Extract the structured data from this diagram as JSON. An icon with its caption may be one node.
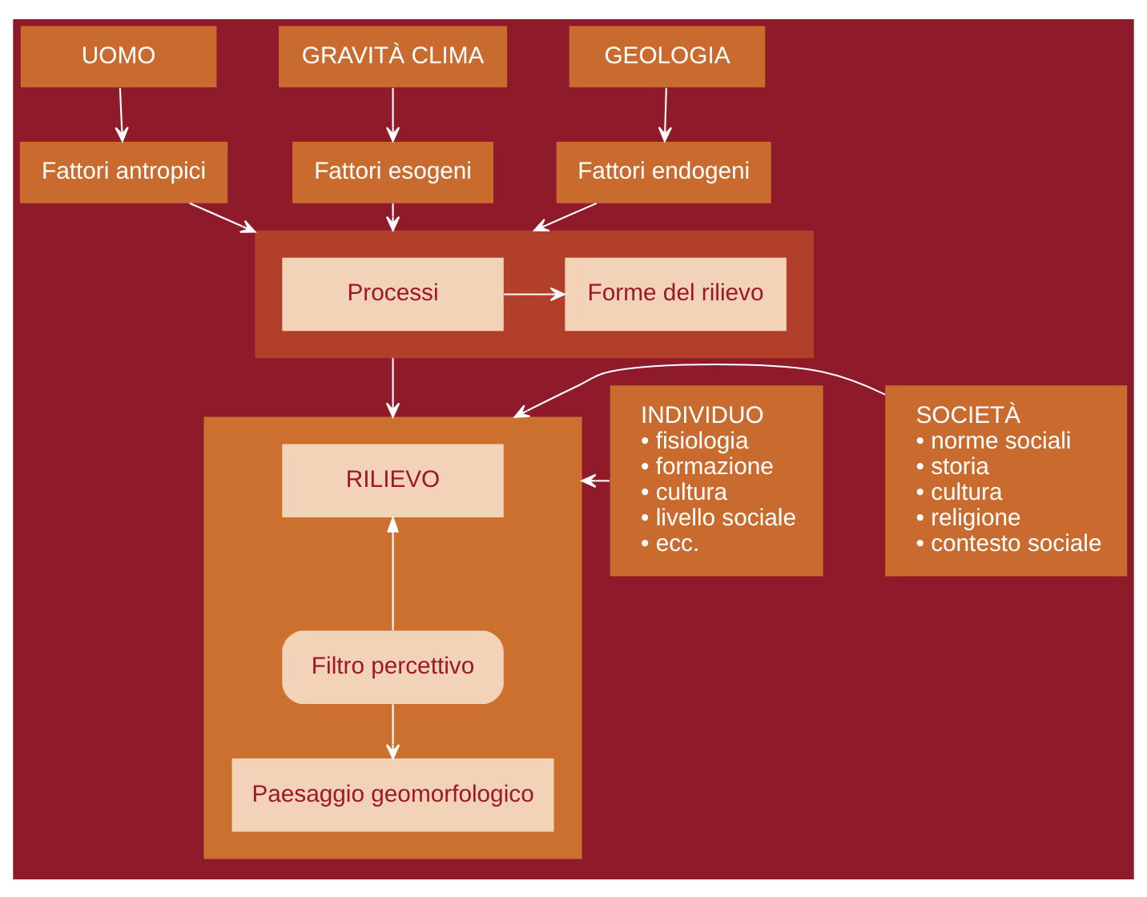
{
  "diagram": {
    "nodes": [
      {
        "text": [
          "UOMO"
        ]
      },
      {
        "text": [
          "GRAVITÀ CLIMA"
        ]
      },
      {
        "text": [
          "GEOLOGIA"
        ]
      },
      {
        "text": [
          "Fattori antropici"
        ]
      },
      {
        "text": [
          "Fattori esogeni"
        ]
      },
      {
        "text": [
          "Fattori endogeni"
        ]
      },
      {
        "text": [],
        "shape": "box"
      },
      {
        "text": [
          "Processi"
        ],
        "in": 6
      },
      {
        "text": [
          "Forme del rilievo"
        ],
        "in": 6
      },
      {
        "text": [],
        "shape": "box"
      },
      {
        "text": [
          "RILIEVO"
        ],
        "in": 9
      },
      {
        "text": [
          "Filtro percettivo"
        ],
        "in": 9
      },
      {
        "text": [
          "Paesaggio geomorfologico"
        ],
        "in": 9
      },
      {
        "text": [
          "INDIVIDUO",
          "• fisiologia",
          "• formazione",
          "• cultura",
          "• livello sociale",
          "• ecc."
        ]
      },
      {
        "text": [
          "SOCIETÀ",
          "• norme sociali",
          "• storia",
          "• cultura",
          "• religione",
          "• contesto sociale"
        ]
      }
    ],
    "edges": [
      {
        "from": 0,
        "to": 3,
        "arrow": "to"
      },
      {
        "from": 1,
        "to": 4,
        "arrow": "to"
      },
      {
        "from": 2,
        "to": 5,
        "arrow": "to"
      },
      {
        "from": 3,
        "to": 6,
        "arrow": "to"
      },
      {
        "from": 4,
        "to": 6,
        "arrow": "to"
      },
      {
        "from": 5,
        "to": 6,
        "arrow": "to"
      },
      {
        "from": 7,
        "to": 8,
        "arrow": "to"
      },
      {
        "from": 6,
        "to": 9,
        "arrow": "to"
      },
      {
        "from": 11,
        "to": 10,
        "arrow": "to"
      },
      {
        "from": 11,
        "to": 12,
        "arrow": "to"
      },
      {
        "from": 13,
        "to": 9,
        "arrow": "to"
      },
      {
        "from": 14,
        "to": 9,
        "arrow": "to"
      }
    ]
  }
}
